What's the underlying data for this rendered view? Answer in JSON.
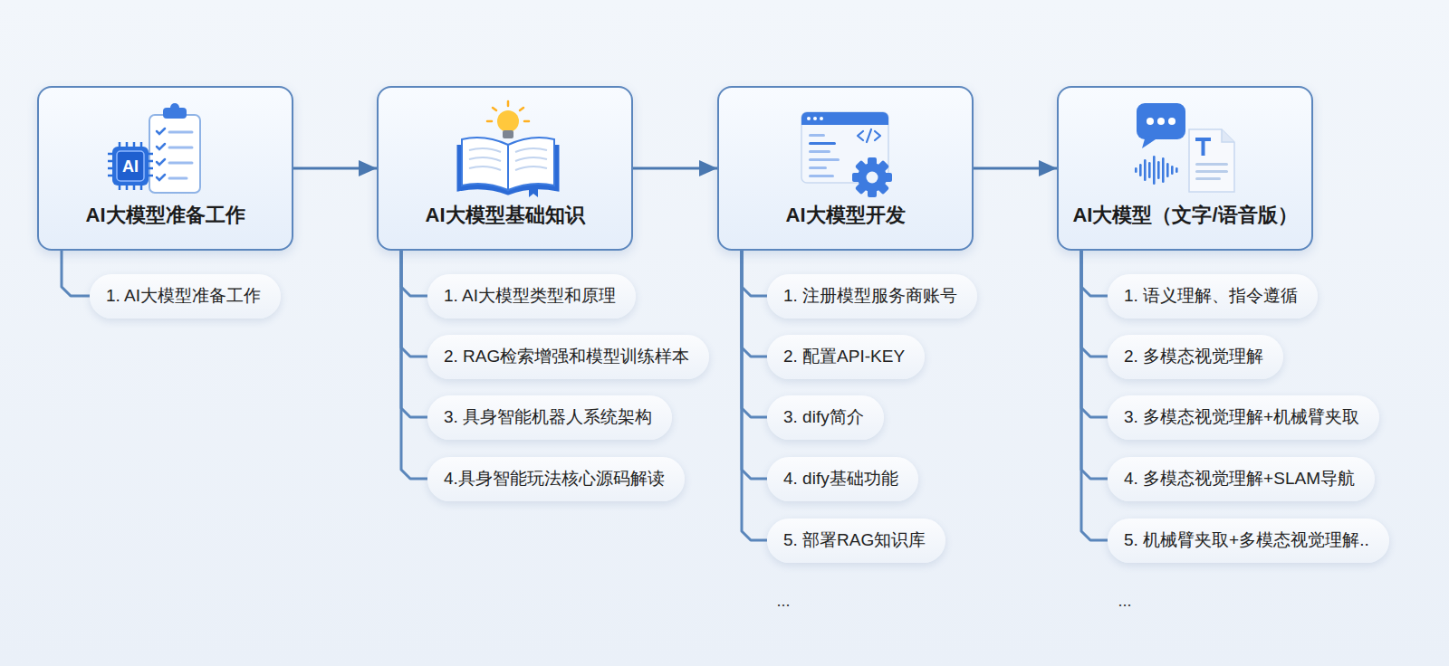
{
  "diagram": {
    "nodes": [
      {
        "text": [
          "AI大模型准备工作"
        ]
      },
      {
        "text": [
          "AI大模型基础知识"
        ]
      },
      {
        "text": [
          "AI大模型开发"
        ]
      },
      {
        "text": [
          "AI大模型（文字/语音版）"
        ]
      },
      {
        "text": [
          "1. AI大模型准备工作"
        ]
      },
      {
        "text": [
          "1. AI大模型类型和原理"
        ]
      },
      {
        "text": [
          "2. RAG检索增强和模型训练样本"
        ]
      },
      {
        "text": [
          "3. 具身智能机器人系统架构"
        ]
      },
      {
        "text": [
          "4.具身智能玩法核心源码解读"
        ]
      },
      {
        "text": [
          "1. 注册模型服务商账号"
        ]
      },
      {
        "text": [
          "2. 配置API-KEY"
        ]
      },
      {
        "text": [
          "3. dify简介"
        ]
      },
      {
        "text": [
          "4. dify基础功能"
        ]
      },
      {
        "text": [
          "5. 部署RAG知识库"
        ]
      },
      {
        "text": [
          "1. 语义理解、指令遵循"
        ]
      },
      {
        "text": [
          "2. 多模态视觉理解"
        ]
      },
      {
        "text": [
          "3. 多模态视觉理解+机械臂夹取"
        ]
      },
      {
        "text": [
          "4. 多模态视觉理解+SLAM导航"
        ]
      },
      {
        "text": [
          "5. 机械臂夹取+多模态视觉理解.."
        ]
      }
    ],
    "edges": [
      {
        "from": 0,
        "to": 1,
        "arrow": "to"
      },
      {
        "from": 1,
        "to": 2,
        "arrow": "to"
      },
      {
        "from": 2,
        "to": 3,
        "arrow": "to"
      },
      {
        "from": 0,
        "to": 4,
        "arrow": "none"
      },
      {
        "from": 1,
        "to": 5,
        "arrow": "none"
      },
      {
        "from": 1,
        "to": 6,
        "arrow": "none"
      },
      {
        "from": 1,
        "to": 7,
        "arrow": "none"
      },
      {
        "from": 1,
        "to": 8,
        "arrow": "none"
      },
      {
        "from": 2,
        "to": 9,
        "arrow": "none"
      },
      {
        "from": 2,
        "to": 10,
        "arrow": "none"
      },
      {
        "from": 2,
        "to": 11,
        "arrow": "none"
      },
      {
        "from": 2,
        "to": 12,
        "arrow": "none"
      },
      {
        "from": 2,
        "to": 13,
        "arrow": "none"
      },
      {
        "from": 3,
        "to": 14,
        "arrow": "none"
      },
      {
        "from": 3,
        "to": 15,
        "arrow": "none"
      },
      {
        "from": 3,
        "to": 16,
        "arrow": "none"
      },
      {
        "from": 3,
        "to": 17,
        "arrow": "none"
      },
      {
        "from": 3,
        "to": 18,
        "arrow": "none"
      }
    ],
    "labels": [
      "AI",
      "...",
      "..."
    ]
  }
}
